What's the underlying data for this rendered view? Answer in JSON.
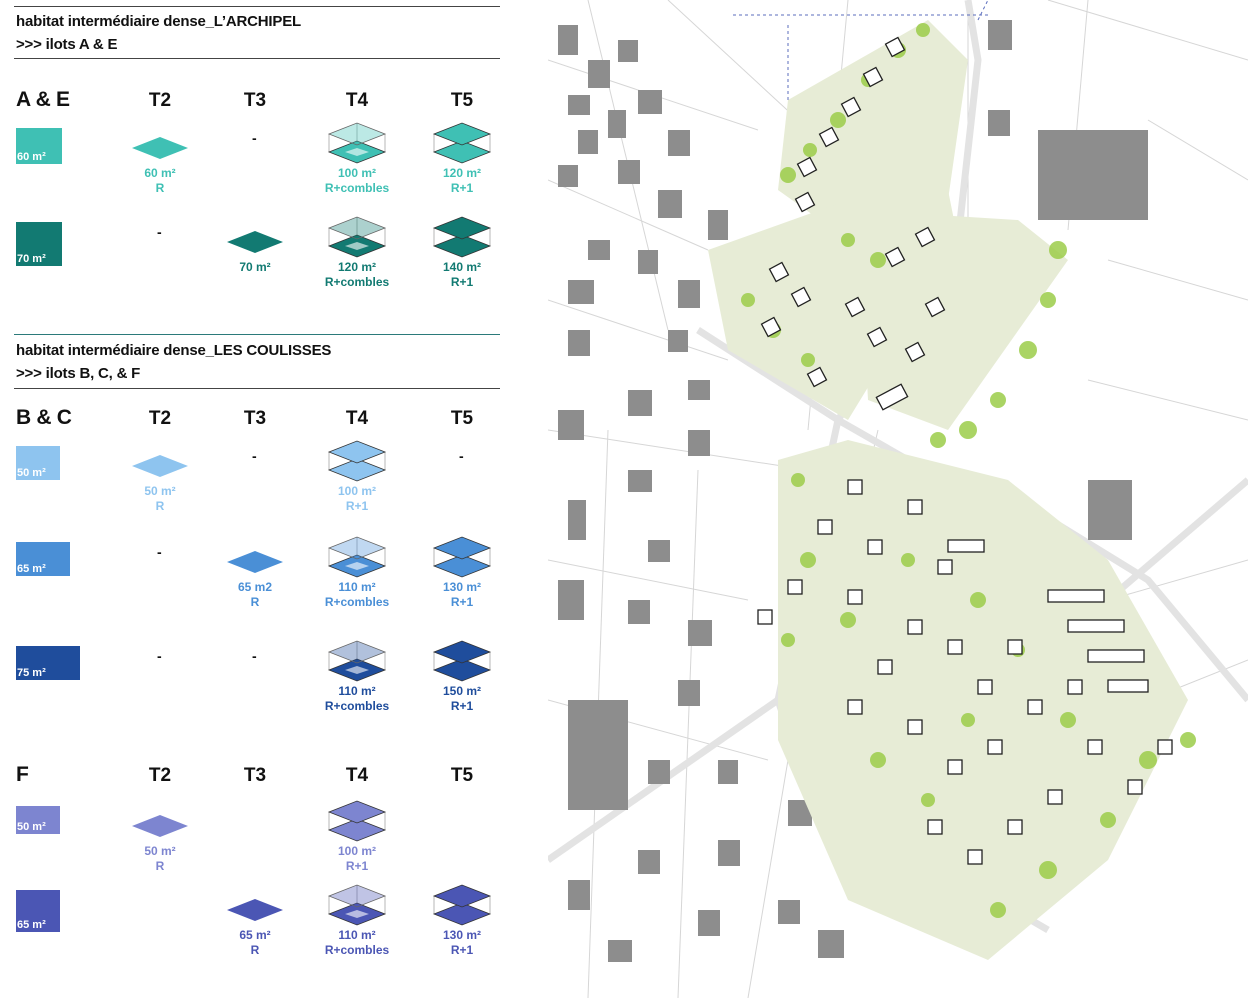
{
  "section1": {
    "title": "habitat intermédiaire dense_L’ARCHIPEL",
    "subtitle": ">>> ilots A & E"
  },
  "section2": {
    "title": "habitat intermédiaire dense_LES COULISSES",
    "subtitle": ">>> ilots B, C, & F"
  },
  "columns": [
    "T2",
    "T3",
    "T4",
    "T5"
  ],
  "groups": [
    {
      "label": "A & E",
      "rows": [
        {
          "swatch": "60 m²",
          "color": "#3fc0b4",
          "cells": [
            {
              "area": "60 m²",
              "level": "R",
              "type": "flat"
            },
            {
              "dash": "-"
            },
            {
              "area": "100 m²",
              "level": "R+combles",
              "type": "combles"
            },
            {
              "area": "120 m²",
              "level": "R+1",
              "type": "double"
            }
          ]
        },
        {
          "swatch": "70 m²",
          "color": "#127a72",
          "cells": [
            {
              "dash": "-"
            },
            {
              "area": "70 m²",
              "level": "",
              "type": "flat"
            },
            {
              "area": "120 m²",
              "level": "R+combles",
              "type": "combles"
            },
            {
              "area": "140 m²",
              "level": "R+1",
              "type": "double"
            }
          ]
        }
      ]
    },
    {
      "label": "B & C",
      "rows": [
        {
          "swatch": "50 m²",
          "color": "#8ec4ef",
          "cells": [
            {
              "area": "50 m²",
              "level": "R",
              "type": "flat"
            },
            {
              "dash": "-"
            },
            {
              "area": "100 m²",
              "level": "R+1",
              "type": "double"
            },
            {
              "dash": "-"
            }
          ]
        },
        {
          "swatch": "65 m²",
          "color": "#4a8fd6",
          "cells": [
            {
              "dash": "-"
            },
            {
              "area": "65 m2",
              "level": "R",
              "type": "flat"
            },
            {
              "area": "110 m²",
              "level": "R+combles",
              "type": "combles"
            },
            {
              "area": "130 m²",
              "level": "R+1",
              "type": "double"
            }
          ]
        },
        {
          "swatch": "75 m²",
          "color": "#1f4d9c",
          "cells": [
            {
              "dash": "-"
            },
            {
              "dash": "-"
            },
            {
              "area": "110 m²",
              "level": "R+combles",
              "type": "combles"
            },
            {
              "area": "150 m²",
              "level": "R+1",
              "type": "double"
            }
          ]
        }
      ]
    },
    {
      "label": "F",
      "rows": [
        {
          "swatch": "50 m²",
          "color": "#7d85d0",
          "cells": [
            {
              "area": "50 m²",
              "level": "R",
              "type": "flat"
            },
            {},
            {
              "area": "100 m²",
              "level": "R+1",
              "type": "double"
            },
            {}
          ]
        },
        {
          "swatch": "65 m²",
          "color": "#4b56b4",
          "cells": [
            {},
            {
              "area": "65 m²",
              "level": "R",
              "type": "flat"
            },
            {
              "area": "110 m²",
              "level": "R+combles",
              "type": "combles"
            },
            {
              "area": "130 m²",
              "level": "R+1",
              "type": "double"
            }
          ]
        }
      ]
    }
  ]
}
